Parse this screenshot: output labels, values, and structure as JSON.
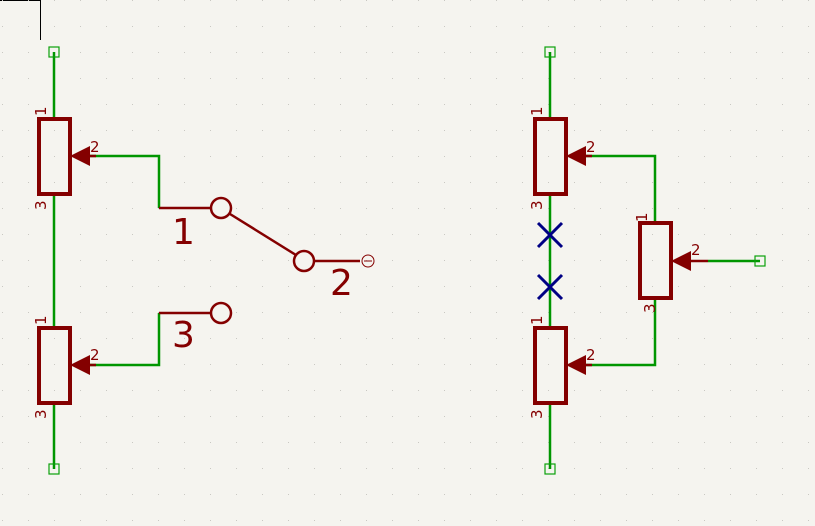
{
  "colors": {
    "background": "#f5f4ef",
    "grid_dot": "#c9c8c2",
    "wire": "#009600",
    "component": "#840000",
    "no_connect": "#000084",
    "port": "#0aa00a"
  },
  "left": {
    "pot_top": {
      "pin1": "1",
      "pin2": "2",
      "pin3": "3"
    },
    "pot_bottom": {
      "pin1": "1",
      "pin2": "2",
      "pin3": "3"
    },
    "switch": {
      "pos1": "1",
      "pos2": "2",
      "pos3": "3"
    }
  },
  "right": {
    "pot_top": {
      "pin1": "1",
      "pin2": "2",
      "pin3": "3"
    },
    "pot_bottom": {
      "pin1": "1",
      "pin2": "2",
      "pin3": "3"
    },
    "pot_mid": {
      "pin1": "1",
      "pin2": "2",
      "pin3": "3"
    },
    "no_connect_count": 2
  }
}
